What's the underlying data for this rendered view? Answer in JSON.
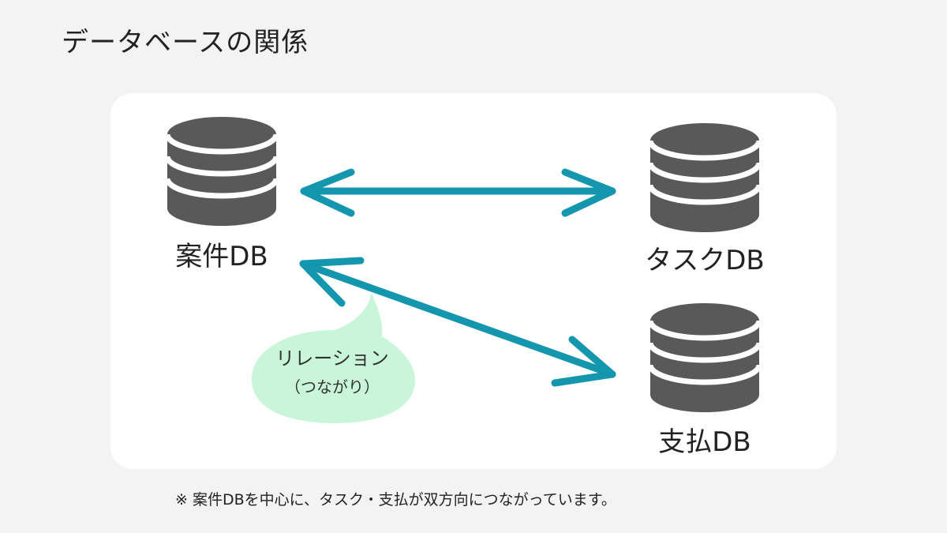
{
  "page": {
    "title": "データベースの関係"
  },
  "databases": [
    {
      "label": "案件DB",
      "icon": "database-icon"
    },
    {
      "label": "タスクDB",
      "icon": "database-icon"
    },
    {
      "label": "支払DB",
      "icon": "database-icon"
    }
  ],
  "relations": [
    {
      "from": "案件DB",
      "to": "タスクDB",
      "direction": "bidirectional"
    },
    {
      "from": "案件DB",
      "to": "支払DB",
      "direction": "bidirectional"
    }
  ],
  "bubble": {
    "label": "リレーション",
    "sublabel": "（つながり）"
  },
  "footnote": "※ 案件DBを中心に、タスク・支払が双方向につながっています。",
  "colors": {
    "background": "#f3f3f3",
    "panel": "#ffffff",
    "database": "#595959",
    "arrow": "#1497ae",
    "bubble": "#c9f5d9",
    "text": "#222222"
  }
}
